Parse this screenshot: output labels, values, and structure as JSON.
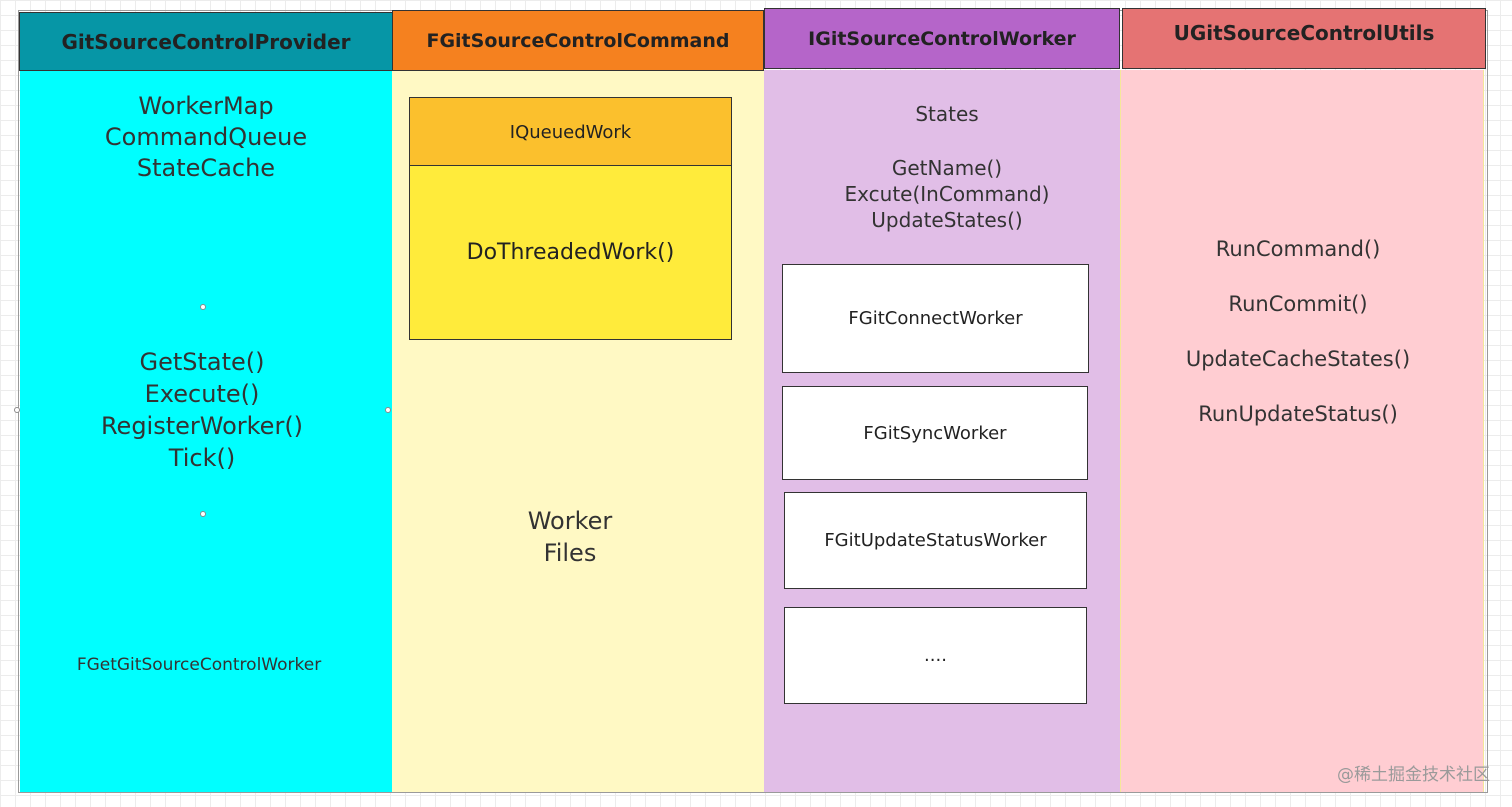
{
  "columns": {
    "provider": {
      "header": "GitSourceControlProvider",
      "header_color": "#0696a6",
      "body_color": "#00ffff",
      "members": [
        "WorkerMap",
        "CommandQueue",
        "StateCache"
      ],
      "methods": [
        "GetState()",
        "Execute()",
        "RegisterWorker()",
        "Tick()"
      ],
      "footer": "FGetGitSourceControlWorker"
    },
    "command": {
      "header": "FGitSourceControlCommand",
      "header_color": "#f5811f",
      "body_color": "#fff9c4",
      "inner_header": "IQueuedWork",
      "inner_header_color": "#fbc02d",
      "inner_body": "DoThreadedWork()",
      "inner_body_color": "#ffeb3b",
      "members": [
        "Worker",
        "Files"
      ]
    },
    "worker": {
      "header": "IGitSourceControlWorker",
      "header_color": "#b565c9",
      "body_color": "#e1bee7",
      "members": [
        "States"
      ],
      "methods": [
        "GetName()",
        "Excute(InCommand)",
        "UpdateStates()"
      ],
      "subclasses": [
        "FGitConnectWorker",
        "FGitSyncWorker",
        "FGitUpdateStatusWorker",
        "...."
      ]
    },
    "utils": {
      "header": "UGitSourceControlUtils",
      "header_color": "#e57373",
      "body_color": "#ffcdd2",
      "methods": [
        "RunCommand()",
        "RunCommit()",
        "UpdateCacheStates()",
        "RunUpdateStatus()"
      ]
    }
  },
  "watermark": "@稀土掘金技术社区"
}
